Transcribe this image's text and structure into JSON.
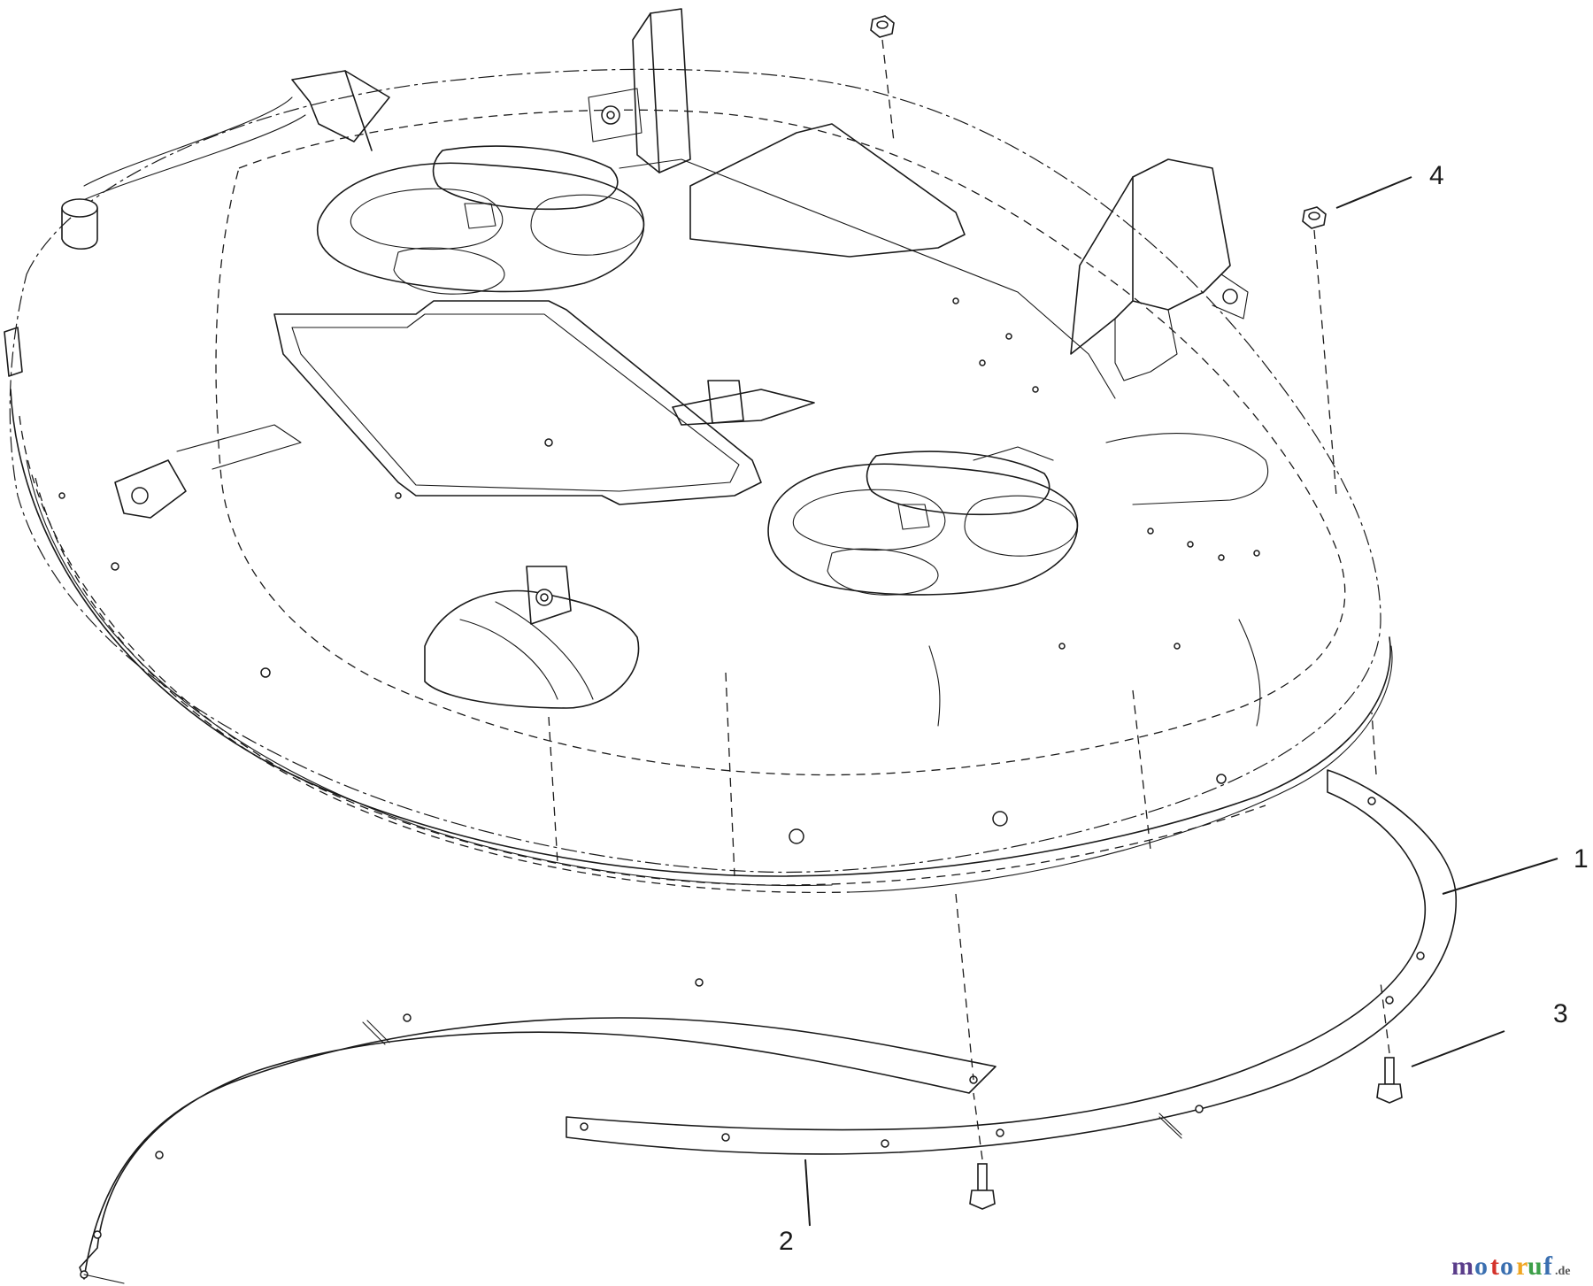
{
  "callouts": [
    {
      "id": "1",
      "label": "1"
    },
    {
      "id": "2",
      "label": "2"
    },
    {
      "id": "3",
      "label": "3"
    },
    {
      "id": "4",
      "label": "4"
    }
  ],
  "watermark": {
    "letters": [
      "m",
      "o",
      "t",
      "o",
      "r",
      "u",
      "f"
    ],
    "suffix": ".de",
    "colors": {
      "m": "#5a3d8a",
      "o": "#3a6fb0",
      "t": "#d4332b",
      "r": "#f0a520",
      "u": "#3ea04a",
      "f": "#3a6fb0"
    }
  }
}
